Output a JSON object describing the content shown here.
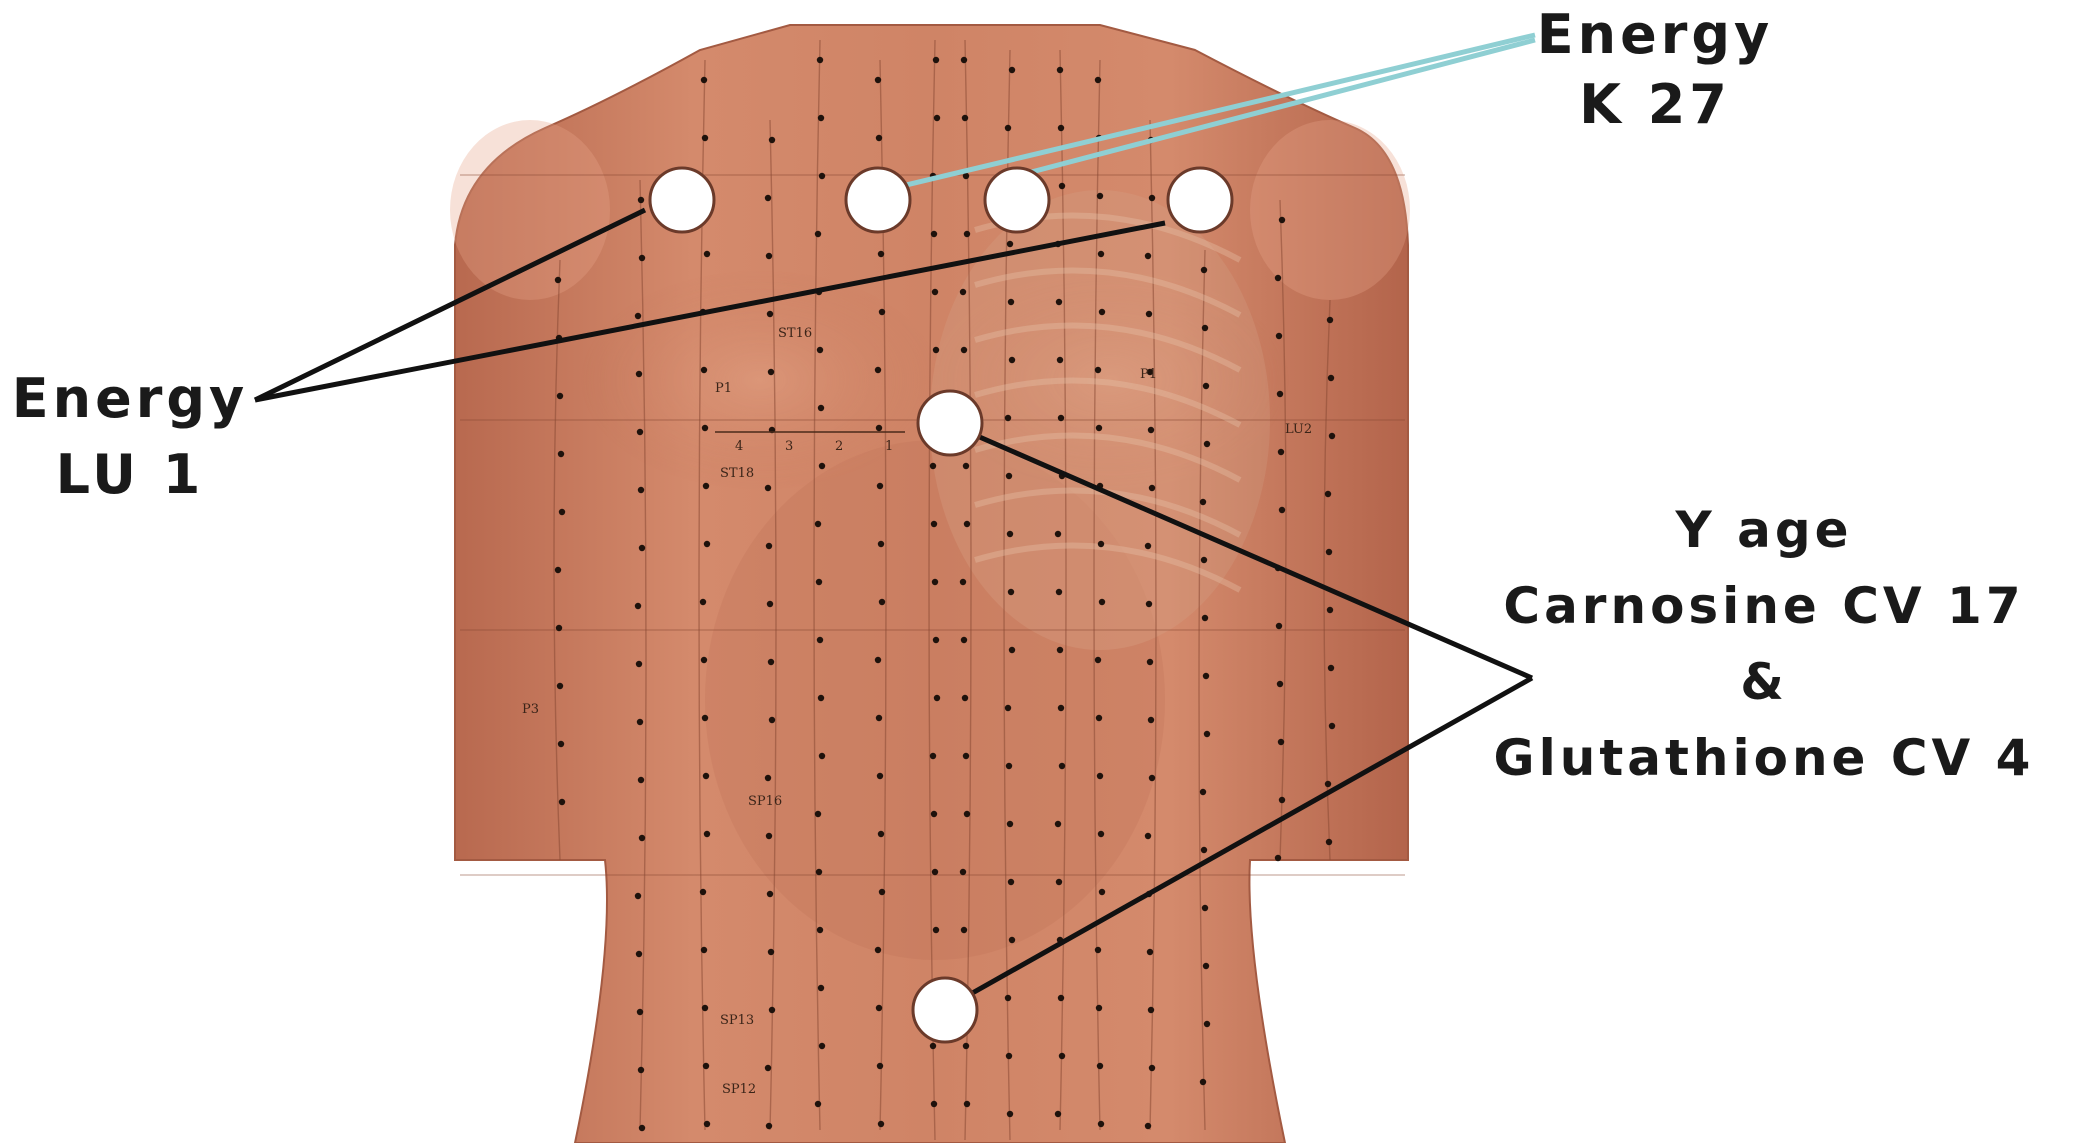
{
  "labels": {
    "k27": {
      "line1": "Energy",
      "line2": "K 27"
    },
    "lu1": {
      "line1": "Energy",
      "line2": "LU 1"
    },
    "yage": {
      "line1": "Y age",
      "line2": "Carnosine  CV 17",
      "line3": "&",
      "line4": "Glutathione CV 4"
    }
  },
  "body_markings": {
    "meridian_labels": [
      "ST16",
      "ST18",
      "P1",
      "P3",
      "SP16",
      "SP13",
      "SP12",
      "LU1",
      "LU2"
    ],
    "ruler_ticks": [
      "4",
      "3",
      "2",
      "1"
    ]
  },
  "colors": {
    "skin_base": "#c97b5f",
    "skin_shadow": "#a85a43",
    "skin_highlight": "#e2a488",
    "leader_dark": "#111111",
    "leader_cyan": "#7fc7cc",
    "point_fill": "#ffffff"
  }
}
